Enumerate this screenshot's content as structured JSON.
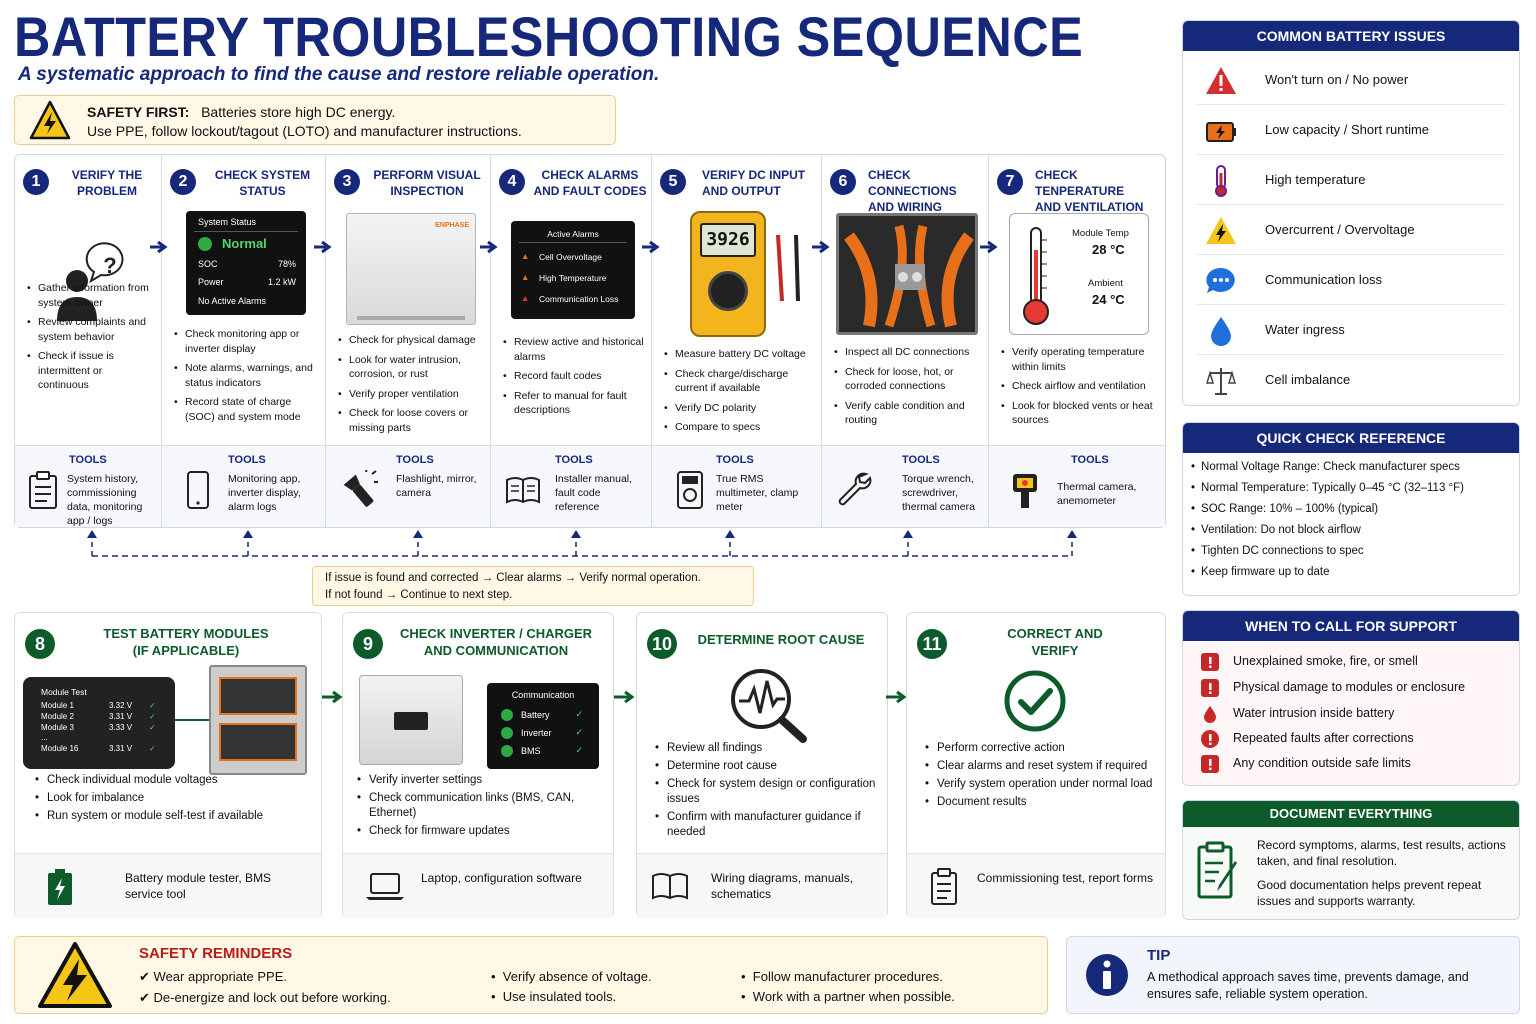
{
  "header": {
    "title": "BATTERY TROUBLESHOOTING SEQUENCE",
    "subtitle": "A systematic approach to find the cause and restore reliable operation."
  },
  "safety": {
    "label": "SAFETY FIRST:",
    "line1": "Batteries store high DC energy.",
    "line2": "Use PPE, follow lockout/tagout (LOTO) and manufacturer instructions.",
    "icon": "warning-triangle-icon"
  },
  "steps": [
    {
      "num": "1",
      "title1": "VERIFY THE",
      "title2": "PROBLEM",
      "bullets": [
        "Gather information from system owner",
        "Review complaints and system behavior",
        "Check if issue is intermittent or continuous"
      ],
      "tools_label": "TOOLS",
      "tools": "System history, commissioning data, monitoring app / logs",
      "icon": "clipboard-icon"
    },
    {
      "num": "2",
      "title1": "CHECK SYSTEM",
      "title2": "STATUS",
      "bullets": [
        "Check monitoring app or inverter display",
        "Note alarms, warnings, and status indicators",
        "Record state of charge (SOC) and system mode"
      ],
      "tools_label": "TOOLS",
      "tools": "Monitoring app, inverter display, alarm logs",
      "icon": "phone-icon"
    },
    {
      "num": "3",
      "title1": "PERFORM VISUAL",
      "title2": "INSPECTION",
      "bullets": [
        "Check for physical damage",
        "Look for water intrusion, corrosion, or rust",
        "Verify proper ventilation",
        "Check for loose covers or missing parts"
      ],
      "tools_label": "TOOLS",
      "tools": "Flashlight, mirror, camera",
      "icon": "flashlight-icon"
    },
    {
      "num": "4",
      "title1": "CHECK ALARMS",
      "title2": "AND FAULT CODES",
      "bullets": [
        "Review active and historical alarms",
        "Record fault codes",
        "Refer to manual for fault descriptions"
      ],
      "tools_label": "TOOLS",
      "tools": "Installer manual, fault code reference",
      "icon": "book-icon"
    },
    {
      "num": "5",
      "title1": "VERIFY DC INPUT",
      "title2": "AND OUTPUT",
      "bullets": [
        "Measure battery DC voltage",
        "Check charge/discharge current if available",
        "Verify DC polarity",
        "Compare to specs"
      ],
      "tools_label": "TOOLS",
      "tools": "True RMS multimeter, clamp meter",
      "icon": "multimeter-icon"
    },
    {
      "num": "6",
      "title1": "CHECK CONNECTIONS",
      "title2": "AND WIRING",
      "bullets": [
        "Inspect all DC connections",
        "Check for loose, hot, or corroded connections",
        "Verify cable condition and routing"
      ],
      "tools_label": "TOOLS",
      "tools": "Torque wrench, screwdriver, thermal camera",
      "icon": "wrench-icon"
    },
    {
      "num": "7",
      "title1": "CHECK TENPERATURE",
      "title2": "AND VENTILATION",
      "bullets": [
        "Verify operating temperature within limits",
        "Check airflow and ventilation",
        "Look for blocked vents or heat sources"
      ],
      "tools_label": "TOOLS",
      "tools": "Thermal camera, anemometer",
      "icon": "thermal-camera-icon"
    }
  ],
  "status_screen": {
    "header": "System Status",
    "status": "Normal",
    "soc_label": "SOC",
    "soc_value": "78%",
    "power_label": "Power",
    "power_value": "1.2 kW",
    "alarms": "No Active Alarms"
  },
  "enphase_label": "ENPHASE",
  "alarm_screen": {
    "header": "Active Alarms",
    "items": [
      "Cell Overvoltage",
      "High Temperature",
      "Communication Loss"
    ]
  },
  "meter_reading": "3926",
  "temp_display": {
    "module_label": "Module Temp",
    "module_value": "28 °C",
    "ambient_label": "Ambient",
    "ambient_value": "24 °C"
  },
  "feedback": {
    "line1": "If issue is found and corrected → Clear alarms → Verify normal operation.",
    "line2": "If not found → Continue to next step."
  },
  "bottom_steps": [
    {
      "num": "8",
      "title1": "TEST BATTERY MODULES",
      "title2": "(IF APPLICABLE)",
      "bullets": [
        "Check individual module voltages",
        "Look for imbalance",
        "Run system or module self-test if available"
      ],
      "tools": "Battery module tester, BMS service tool",
      "icon": "battery-icon"
    },
    {
      "num": "9",
      "title1": "CHECK INVERTER / CHARGER",
      "title2": "AND COMMUNICATION",
      "bullets": [
        "Verify inverter settings",
        "Check communication links (BMS, CAN, Ethernet)",
        "Check for firmware updates"
      ],
      "tools": "Laptop, configuration software",
      "icon": "laptop-icon"
    },
    {
      "num": "10",
      "title1": "DETERMINE ROOT CAUSE",
      "title2": "",
      "bullets": [
        "Review all findings",
        "Determine root cause",
        "Check for system design or configuration issues",
        "Confirm with manufacturer guidance if needed"
      ],
      "tools": "Wiring diagrams, manuals, schematics",
      "icon": "open-book-icon"
    },
    {
      "num": "11",
      "title1": "CORRECT AND",
      "title2": "VERIFY",
      "bullets": [
        "Perform corrective action",
        "Clear alarms and reset system if required",
        "Verify system operation under normal load",
        "Document results"
      ],
      "tools": "Commissioning test, report forms",
      "icon": "clipboard-icon"
    }
  ],
  "module_test": {
    "header": "Module Test",
    "rows": [
      {
        "name": "Module 1",
        "v": "3.32 V"
      },
      {
        "name": "Module 2",
        "v": "3.31 V"
      },
      {
        "name": "Module 3",
        "v": "3.33 V"
      },
      {
        "name": "...",
        "v": ""
      },
      {
        "name": "Module 16",
        "v": "3.31 V"
      }
    ]
  },
  "comm_screen": {
    "header": "Communication",
    "items": [
      "Battery",
      "Inverter",
      "BMS"
    ]
  },
  "common_issues": {
    "title": "COMMON BATTERY ISSUES",
    "items": [
      {
        "label": "Won't turn on / No power",
        "icon": "warning-icon"
      },
      {
        "label": "Low capacity / Short runtime",
        "icon": "battery-icon"
      },
      {
        "label": "High temperature",
        "icon": "thermometer-icon"
      },
      {
        "label": "Overcurrent / Overvoltage",
        "icon": "lightning-icon"
      },
      {
        "label": "Communication loss",
        "icon": "chat-icon"
      },
      {
        "label": "Water ingress",
        "icon": "water-drop-icon"
      },
      {
        "label": "Cell imbalance",
        "icon": "scale-icon"
      }
    ]
  },
  "quick_ref": {
    "title": "QUICK CHECK REFERENCE",
    "items": [
      "Normal Voltage Range: Check manufacturer specs",
      "Normal Temperature: Typically 0–45 °C (32–113 °F)",
      "SOC Range: 10% – 100% (typical)",
      "Ventilation: Do not block airflow",
      "Tighten DC connections to spec",
      "Keep firmware up to date"
    ]
  },
  "support": {
    "title": "WHEN TO CALL FOR SUPPORT",
    "items": [
      "Unexplained smoke, fire, or smell",
      "Physical damage to modules or enclosure",
      "Water intrusion inside battery",
      "Repeated faults after corrections",
      "Any condition outside safe limits"
    ]
  },
  "document": {
    "title": "DOCUMENT EVERYTHING",
    "p1": "Record symptoms, alarms, test results, actions taken, and final resolution.",
    "p2": "Good documentation helps prevent repeat issues and supports warranty."
  },
  "reminders": {
    "title": "SAFETY REMINDERS",
    "items": [
      "Wear appropriate PPE.",
      "De-energize and lock out before working.",
      "Verify absence of voltage.",
      "Use insulated tools.",
      "Follow manufacturer procedures.",
      "Work with a partner when possible."
    ]
  },
  "tip": {
    "title": "TIP",
    "text": "A methodical approach saves time, prevents damage, and ensures safe, reliable system operation."
  },
  "colors": {
    "navy": "#16287a",
    "green": "#0d5a2a",
    "accent_orange": "#e8701a",
    "warning_yellow": "#f5c518",
    "alert_red": "#c62828"
  }
}
